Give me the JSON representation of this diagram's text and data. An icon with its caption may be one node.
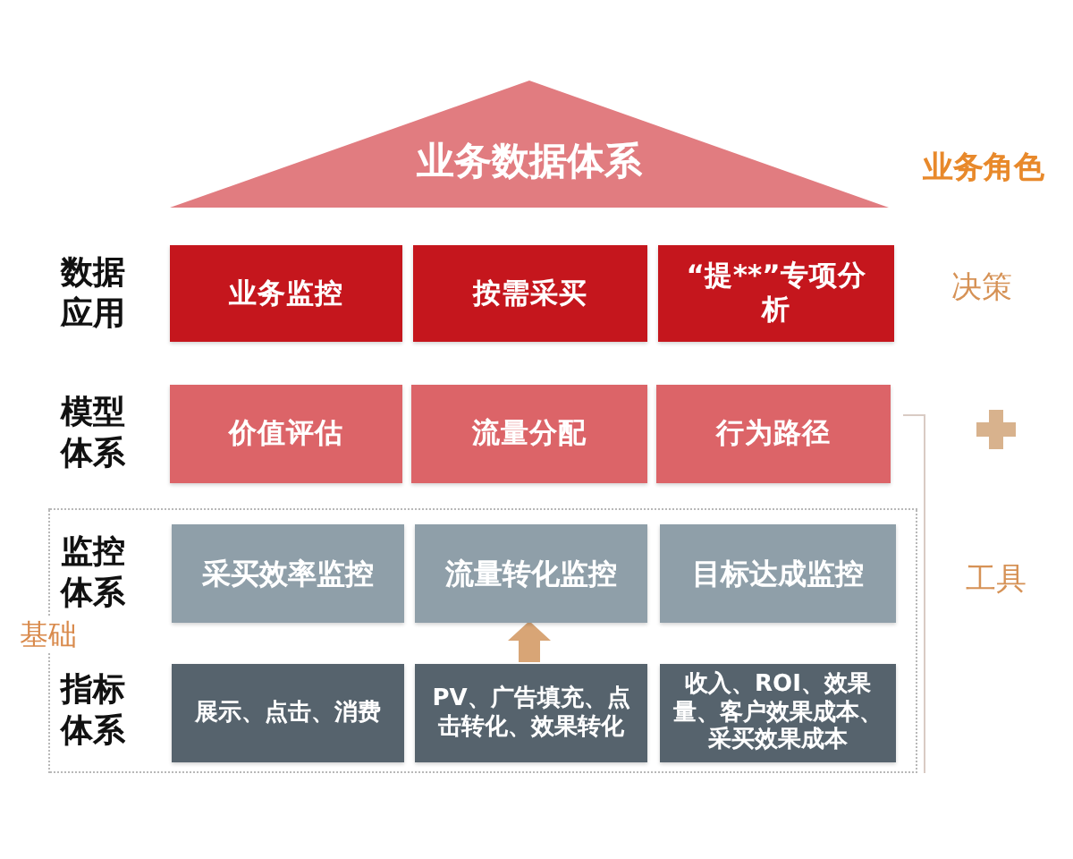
{
  "diagram": {
    "nodes": [
      {
        "text": [
          "业务数据体系"
        ]
      },
      {
        "text": [
          "业务监控"
        ]
      },
      {
        "text": [
          "按需采买"
        ]
      },
      {
        "text": [
          "“提**”专项分析"
        ]
      },
      {
        "text": [
          "价值评估"
        ]
      },
      {
        "text": [
          "流量分配"
        ]
      },
      {
        "text": [
          "行为路径"
        ]
      },
      {
        "text": [
          "基础"
        ]
      },
      {
        "text": [
          "采买效率监控"
        ],
        "in": 7
      },
      {
        "text": [
          "流量转化监控"
        ],
        "in": 7
      },
      {
        "text": [
          "目标达成监控"
        ],
        "in": 7
      },
      {
        "text": [
          "展示、点击、消费"
        ],
        "in": 7
      },
      {
        "text": [
          "PV、广告填充、点击转化、效果转化"
        ],
        "in": 7
      },
      {
        "text": [
          "收入、ROI、效果量、客户效果成本、采买效果成本"
        ],
        "in": 7
      }
    ],
    "edges": [
      {
        "from": 12,
        "to": 9,
        "arrow": "to",
        "style": "thick",
        "color": "#d8a576"
      }
    ],
    "labels": [
      "业务角色",
      "数据应用",
      "决策",
      "模型体系",
      "监控体系",
      "工具",
      "指标体系"
    ]
  }
}
